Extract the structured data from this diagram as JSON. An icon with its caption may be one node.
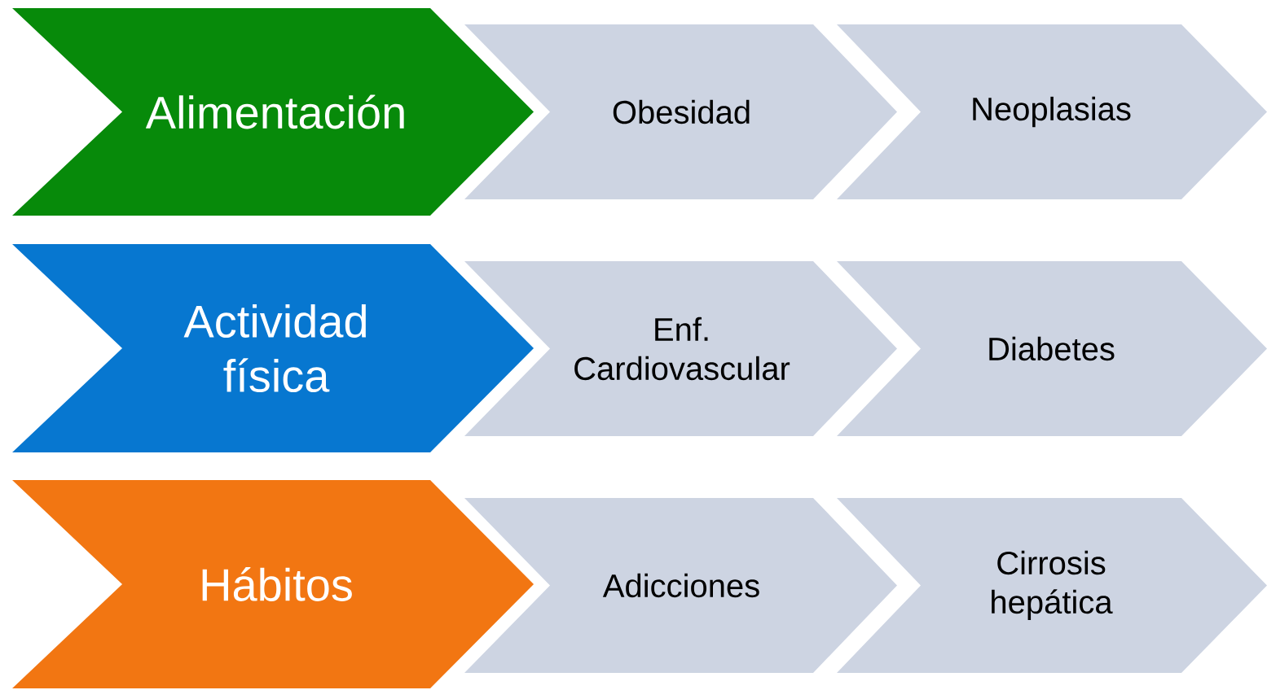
{
  "diagram": {
    "nodes": [
      {
        "text": [
          "Alimentación"
        ]
      },
      {
        "text": [
          "Obesidad"
        ]
      },
      {
        "text": [
          "Neoplasias"
        ]
      },
      {
        "text": [
          "Actividad física"
        ]
      },
      {
        "text": [
          "Enf. Cardiovascular"
        ]
      },
      {
        "text": [
          "Diabetes"
        ]
      },
      {
        "text": [
          "Hábitos"
        ]
      },
      {
        "text": [
          "Adicciones"
        ]
      },
      {
        "text": [
          "Cirrosis hepática"
        ]
      }
    ]
  }
}
